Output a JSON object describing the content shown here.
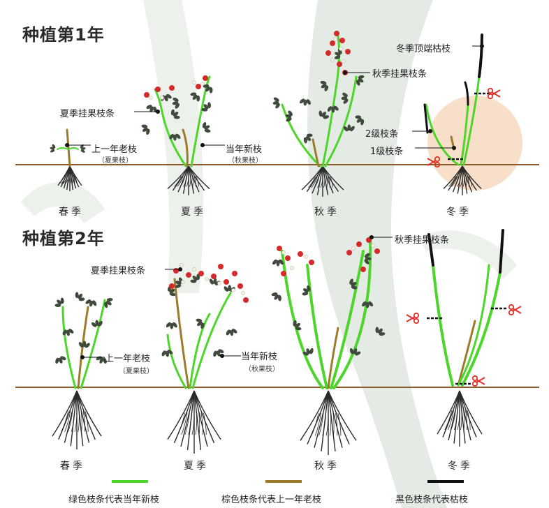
{
  "colors": {
    "new_branch": "#4cd62a",
    "old_branch": "#9c7a2c",
    "dead_branch": "#111111",
    "ground": "#8b5a2b",
    "berry": "#d42a2a",
    "flower": "#f2efe4",
    "leaf": "#3f4a3c",
    "winter_glow": "#f7d9bf",
    "scissors": "#e0312a",
    "watermark": "#e4ebe4"
  },
  "year1": {
    "title": "种植第1年",
    "labels": {
      "summer_fruit": "夏季挂果枝条",
      "old_branch": "上一年老枝",
      "old_branch_sub": "（夏果枝）",
      "new_branch": "当年新枝",
      "new_branch_sub": "（秋果枝）",
      "autumn_fruit": "秋季挂果枝条",
      "dead_tip": "冬季顶端枯枝",
      "level2": "2级枝条",
      "level1": "1级枝条"
    },
    "seasons": [
      "春季",
      "夏季",
      "秋季",
      "冬季"
    ]
  },
  "year2": {
    "title": "种植第2年",
    "labels": {
      "summer_fruit": "夏季挂果枝条",
      "old_branch": "上一年老枝",
      "old_branch_sub": "（夏果枝）",
      "new_branch": "当年新枝",
      "new_branch_sub": "（秋果枝）",
      "autumn_fruit": "秋季挂果枝条"
    },
    "seasons": [
      "春季",
      "夏季",
      "秋季",
      "冬季"
    ]
  },
  "legend": [
    {
      "label": "绿色枝条代表当年新枝",
      "color": "#4cd62a"
    },
    {
      "label": "棕色枝条代表上一年老枝",
      "color": "#9c7a2c"
    },
    {
      "label": "黑色枝条代表枯枝",
      "color": "#111111"
    }
  ]
}
